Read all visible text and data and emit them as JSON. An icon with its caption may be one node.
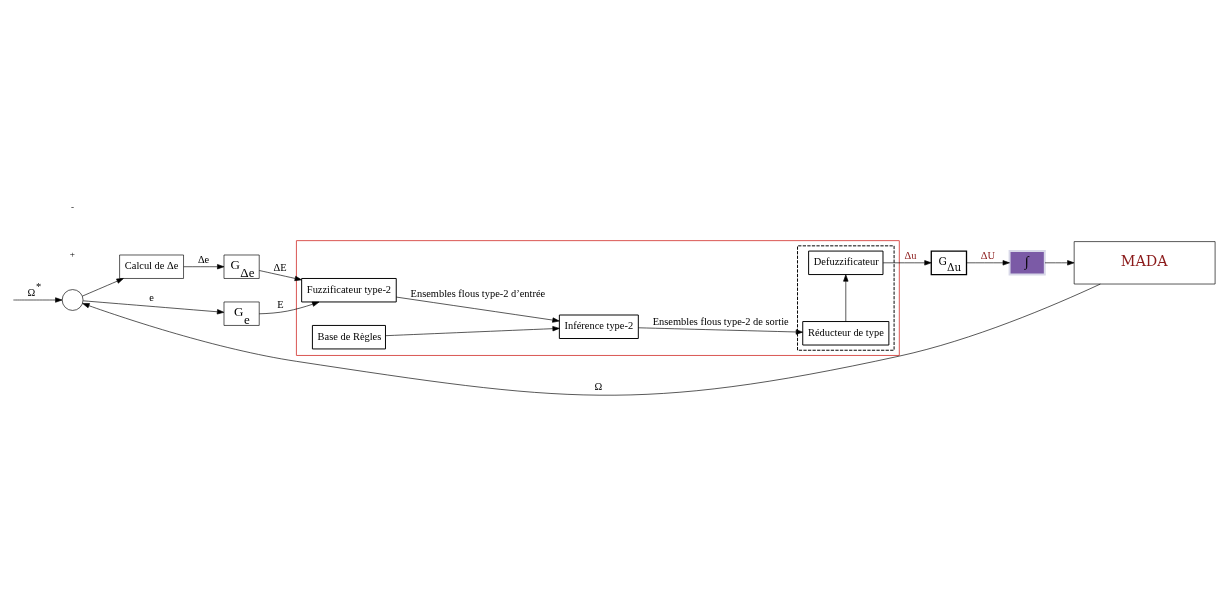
{
  "diagram": {
    "nodes": [
      {
        "text": [],
        "shape": "circle"
      },
      {
        "text": [
          "Calcul de Δe"
        ]
      },
      {
        "text": [
          "G$_{e}$"
        ]
      },
      {
        "text": [
          "G$_{Δe}$"
        ]
      },
      {
        "text": [],
        "shape": "box"
      },
      {
        "text": [
          "Fuzzificateur type-2"
        ],
        "in": 4
      },
      {
        "text": [
          "Base de Règles"
        ],
        "in": 4
      },
      {
        "text": [
          "Inférence type-2"
        ],
        "in": 4
      },
      {
        "text": [],
        "shape": "box",
        "in": 4
      },
      {
        "text": [
          "Defuzzificateur"
        ],
        "in": 8
      },
      {
        "text": [
          "Réducteur de type"
        ],
        "in": 8
      },
      {
        "text": [
          "G$_{Δu}$"
        ]
      },
      {
        "text": [
          "∫"
        ]
      },
      {
        "text": [
          "MADA"
        ]
      }
    ],
    "edges": [
      {
        "from": null,
        "to": 0,
        "arrow": "to",
        "label": "Ω$^{*}$"
      },
      {
        "from": 0,
        "to": 1,
        "arrow": "to"
      },
      {
        "from": 0,
        "to": 2,
        "arrow": "to",
        "label": "e"
      },
      {
        "from": 1,
        "to": 3,
        "arrow": "to",
        "label": "Δe"
      },
      {
        "from": 2,
        "to": 5,
        "arrow": "to",
        "label": "E"
      },
      {
        "from": 3,
        "to": 5,
        "arrow": "to",
        "label": "ΔE"
      },
      {
        "from": 5,
        "to": 7,
        "arrow": "to",
        "label": "Ensembles flous type-2 d’entrée"
      },
      {
        "from": 6,
        "to": 7,
        "arrow": "to"
      },
      {
        "from": 7,
        "to": 10,
        "arrow": "to",
        "label": "Ensembles flous type-2 de sortie"
      },
      {
        "from": 10,
        "to": 9,
        "arrow": "to"
      },
      {
        "from": 9,
        "to": 11,
        "arrow": "to",
        "label": "Δu"
      },
      {
        "from": 11,
        "to": 12,
        "arrow": "to",
        "label": "ΔU"
      },
      {
        "from": 12,
        "to": 13,
        "arrow": "to"
      },
      {
        "from": 13,
        "to": 0,
        "arrow": "to",
        "label": "Ω"
      }
    ],
    "labels": [
      "+",
      "-"
    ]
  }
}
